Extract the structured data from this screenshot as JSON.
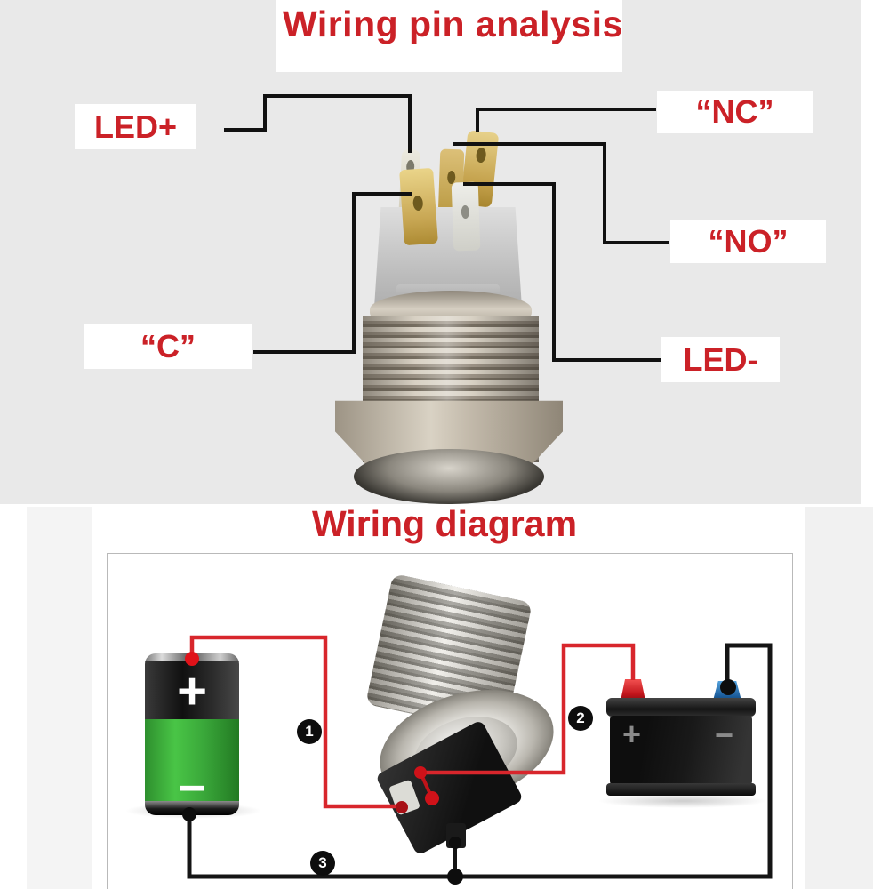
{
  "pin_analysis": {
    "title": "Wiring pin analysis",
    "labels": {
      "led_plus": "LED+",
      "nc": "“NC”",
      "no": "“NO”",
      "c": "“C”",
      "led_minus": "LED-"
    }
  },
  "wiring_diagram": {
    "title": "Wiring diagram",
    "steps": {
      "one": "1",
      "two": "2",
      "three": "3"
    },
    "battery_small": {
      "plus": "+",
      "minus": "−"
    },
    "battery_car": {
      "plus": "+",
      "minus": "−"
    }
  },
  "colors": {
    "title_red": "#cb2127",
    "wire_red": "#d8262c",
    "wire_black": "#141414",
    "top_background_gray": "#e9e9e9",
    "battery_green": "#3aa83a",
    "terminal_red": "#d92b2f",
    "terminal_blue": "#2b7fc2",
    "pin_gold": "#c9a855",
    "metal_silver": "#b3aca0"
  }
}
